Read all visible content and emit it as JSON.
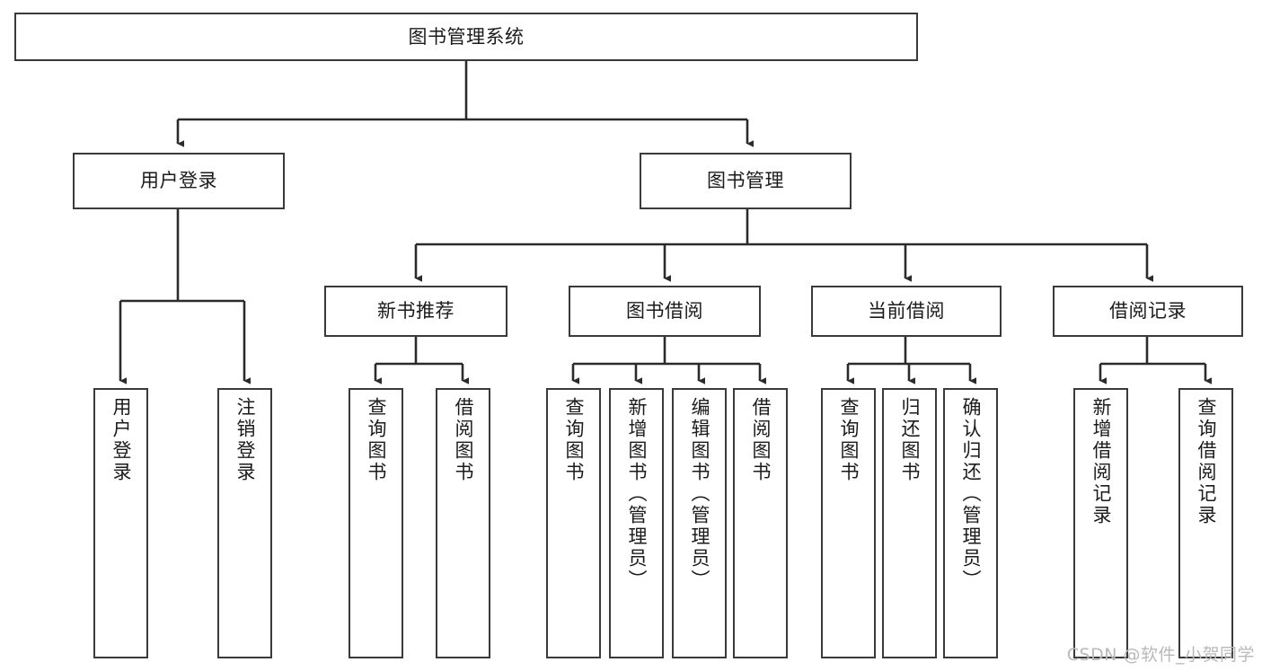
{
  "diagram": {
    "title": "图书管理系统",
    "type": "tree",
    "colors": {
      "box_border": "#3a3a3a",
      "box_fill": "#ffffff",
      "edge": "#2b2b2b",
      "text": "#1b1b1b",
      "watermark": "#b9b9b9",
      "background": "#ffffff"
    },
    "watermark": "CSDN @软件_小贺同学",
    "nodes": {
      "root": {
        "label": "图书管理系统"
      },
      "level1": [
        {
          "id": "user-login",
          "label": "用户登录"
        },
        {
          "id": "book-manage",
          "label": "图书管理"
        }
      ],
      "level2": [
        {
          "id": "new-book-recommend",
          "label": "新书推荐"
        },
        {
          "id": "book-borrow",
          "label": "图书借阅"
        },
        {
          "id": "current-borrow",
          "label": "当前借阅"
        },
        {
          "id": "borrow-record",
          "label": "借阅记录"
        }
      ],
      "leaves": [
        {
          "id": "leaf-user-login",
          "label": "用户登录",
          "parent": "user-login"
        },
        {
          "id": "leaf-logout-login",
          "label": "注销登录",
          "parent": "user-login"
        },
        {
          "id": "leaf-query-book-1",
          "label": "查询图书",
          "parent": "new-book-recommend"
        },
        {
          "id": "leaf-borrow-book-1",
          "label": "借阅图书",
          "parent": "new-book-recommend"
        },
        {
          "id": "leaf-query-book-2",
          "label": "查询图书",
          "parent": "book-borrow"
        },
        {
          "id": "leaf-add-book",
          "label": "新增图书（管理员）",
          "parent": "book-borrow"
        },
        {
          "id": "leaf-edit-book",
          "label": "编辑图书（管理员）",
          "parent": "book-borrow"
        },
        {
          "id": "leaf-borrow-book-2",
          "label": "借阅图书",
          "parent": "book-borrow"
        },
        {
          "id": "leaf-query-book-3",
          "label": "查询图书",
          "parent": "current-borrow"
        },
        {
          "id": "leaf-return-book",
          "label": "归还图书",
          "parent": "current-borrow"
        },
        {
          "id": "leaf-confirm-return",
          "label": "确认归还（管理员）",
          "parent": "current-borrow"
        },
        {
          "id": "leaf-add-record",
          "label": "新增借阅记录",
          "parent": "borrow-record"
        },
        {
          "id": "leaf-query-record",
          "label": "查询借阅记录",
          "parent": "borrow-record"
        }
      ]
    }
  }
}
